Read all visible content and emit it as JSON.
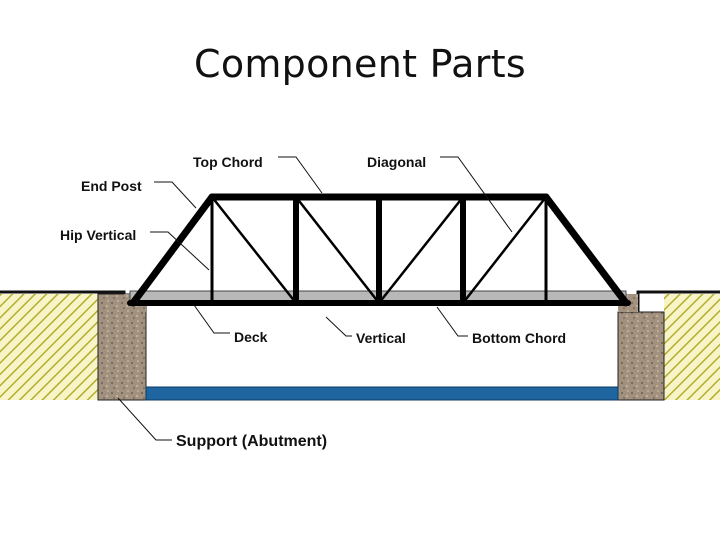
{
  "title": "Component Parts",
  "labels": {
    "top_chord": "Top Chord",
    "diagonal": "Diagonal",
    "end_post": "End Post",
    "hip_vertical": "Hip Vertical",
    "deck": "Deck",
    "vertical": "Vertical",
    "bottom_chord": "Bottom Chord",
    "support": "Support (Abutment)"
  },
  "colors": {
    "truss": "#000000",
    "deck": "#b8b8b8",
    "water": "#1f66a0",
    "abutment": "#9a8a78",
    "ground_hatch": "#c9c23a",
    "ground_bg": "#f7f4c8"
  }
}
